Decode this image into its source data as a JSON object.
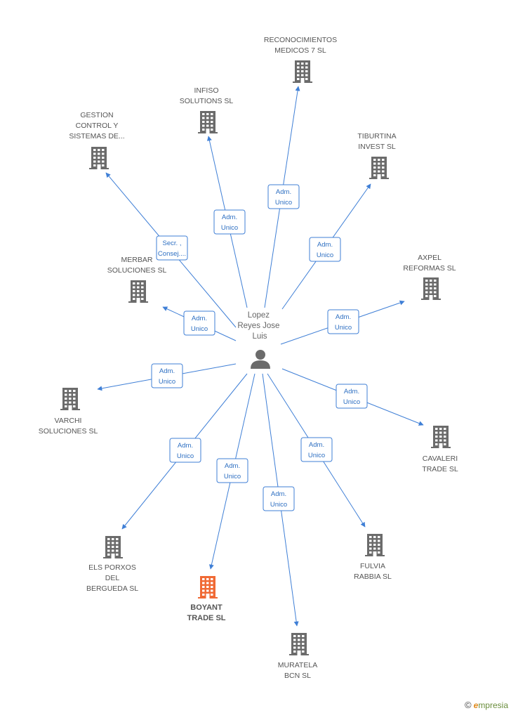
{
  "center": {
    "name": [
      "Lopez",
      "Reyes Jose",
      "Luis"
    ],
    "icon": "person-icon"
  },
  "colors": {
    "edge": "#3f7fd6",
    "label_border": "#3f7fd6",
    "building": "#6b6b6b",
    "highlight": "#f06a35"
  },
  "companies": [
    {
      "id": "reconocimientos",
      "name": [
        "RECONOCIMIENTOS",
        "MEDICOS 7 SL"
      ],
      "role": [
        "Adm.",
        "Unico"
      ],
      "highlight": false,
      "icon": "building-icon"
    },
    {
      "id": "infiso",
      "name": [
        "INFISO",
        "SOLUTIONS SL"
      ],
      "role": [
        "Adm.",
        "Unico"
      ],
      "highlight": false,
      "icon": "building-icon"
    },
    {
      "id": "gestion",
      "name": [
        "GESTION",
        "CONTROL Y",
        "SISTEMAS DE..."
      ],
      "role": [
        "Secr. ,",
        "Consej...."
      ],
      "highlight": false,
      "icon": "building-icon"
    },
    {
      "id": "tiburtina",
      "name": [
        "TIBURTINA",
        "INVEST SL"
      ],
      "role": [
        "Adm.",
        "Unico"
      ],
      "highlight": false,
      "icon": "building-icon"
    },
    {
      "id": "axpel",
      "name": [
        "AXPEL",
        "REFORMAS SL"
      ],
      "role": [
        "Adm.",
        "Unico"
      ],
      "highlight": false,
      "icon": "building-icon"
    },
    {
      "id": "merbar",
      "name": [
        "MERBAR",
        "SOLUCIONES SL"
      ],
      "role": [
        "Adm.",
        "Unico"
      ],
      "highlight": false,
      "icon": "building-icon"
    },
    {
      "id": "varchi",
      "name": [
        "VARCHI",
        "SOLUCIONES SL"
      ],
      "role": [
        "Adm.",
        "Unico"
      ],
      "highlight": false,
      "icon": "building-icon"
    },
    {
      "id": "cavaleri",
      "name": [
        "CAVALERI",
        "TRADE SL"
      ],
      "role": [
        "Adm.",
        "Unico"
      ],
      "highlight": false,
      "icon": "building-icon"
    },
    {
      "id": "porxos",
      "name": [
        "ELS PORXOS",
        "DEL",
        "BERGUEDA SL"
      ],
      "role": [
        "Adm.",
        "Unico"
      ],
      "highlight": false,
      "icon": "building-icon"
    },
    {
      "id": "boyant",
      "name": [
        "BOYANT",
        "TRADE SL"
      ],
      "role": [
        "Adm.",
        "Unico"
      ],
      "highlight": true,
      "icon": "building-icon"
    },
    {
      "id": "muratela",
      "name": [
        "MURATELA",
        "BCN SL"
      ],
      "role": [
        "Adm.",
        "Unico"
      ],
      "highlight": false,
      "icon": "building-icon"
    },
    {
      "id": "fulvia",
      "name": [
        "FULVIA",
        "RABBIA  SL"
      ],
      "role": [
        "Adm.",
        "Unico"
      ],
      "highlight": false,
      "icon": "building-icon"
    }
  ],
  "footer": {
    "copyright": "©",
    "brand_first": "e",
    "brand_rest": "mpresia"
  }
}
